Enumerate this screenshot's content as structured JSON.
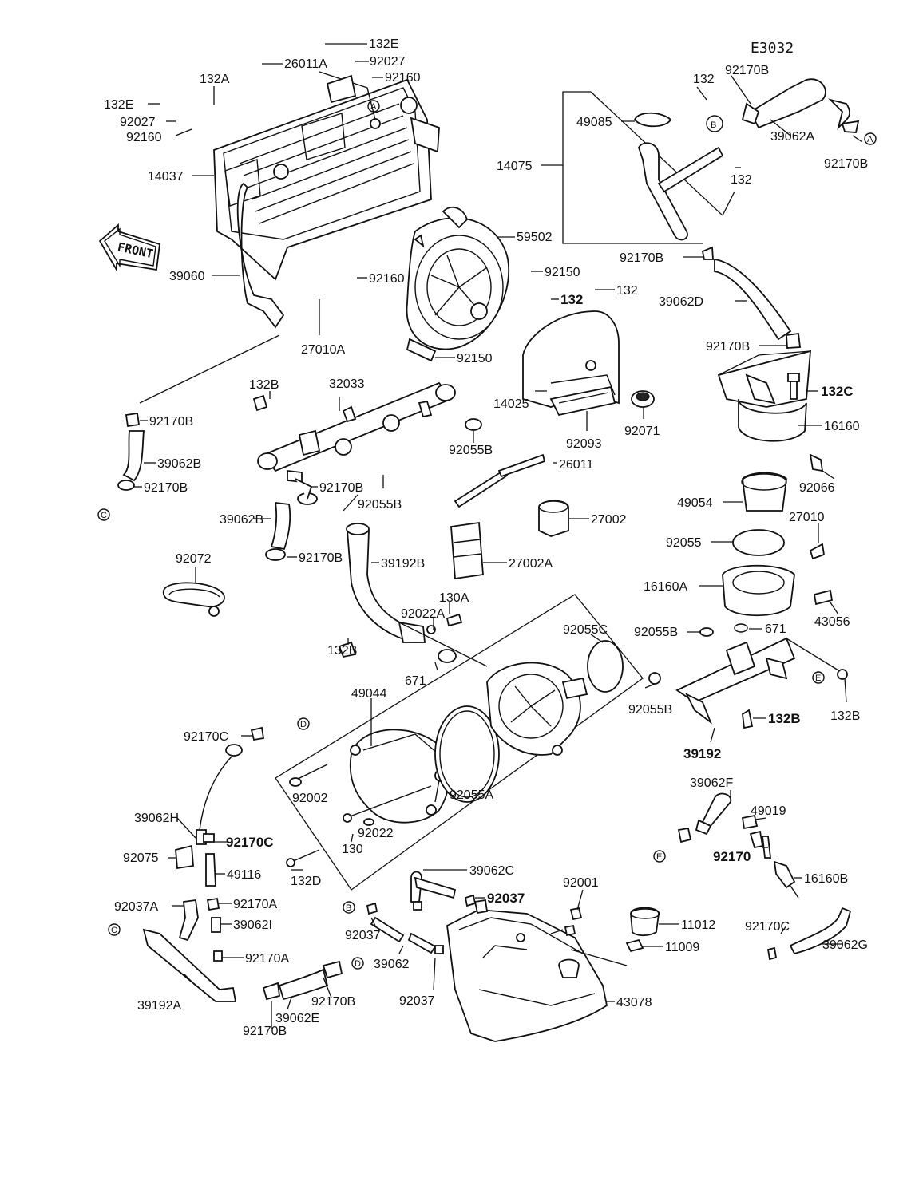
{
  "diagram": {
    "code": "E3032",
    "front_label": "FRONT",
    "refs": [
      "A",
      "B",
      "C",
      "D",
      "E"
    ],
    "labels": {
      "l_132e_top": "132E",
      "l_92027_top": "92027",
      "l_92160_top": "92160",
      "l_26011a": "26011A",
      "l_132a": "132A",
      "l_132e_left": "132E",
      "l_92027_left": "92027",
      "l_92160_left": "92160",
      "l_14037": "14037",
      "l_39060": "39060",
      "l_92160_mid": "92160",
      "l_27010a": "27010A",
      "l_59502": "59502",
      "l_92150_a": "92150",
      "l_92150_b": "92150",
      "l_132_c1": "132",
      "l_132_c2": "132",
      "l_14025": "14025",
      "l_92093": "92093",
      "l_92071": "92071",
      "l_132_r1": "132",
      "l_92170b_r1": "92170B",
      "l_49085": "49085",
      "l_14075": "14075",
      "l_39062a": "39062A",
      "l_92170b_r2": "92170B",
      "l_132_r2": "132",
      "l_92170b_r3": "92170B",
      "l_39062d": "39062D",
      "l_92170b_r4": "92170B",
      "l_132c": "132C",
      "l_16160": "16160",
      "l_92066": "92066",
      "l_49054": "49054",
      "l_27010": "27010",
      "l_92055": "92055",
      "l_16160a": "16160A",
      "l_43056": "43056",
      "l_92055b_r": "92055B",
      "l_671_r": "671",
      "l_92055b_r2": "92055B",
      "l_132b_r1": "132B",
      "l_132b_r2": "132B",
      "l_39192": "39192",
      "l_132b_m": "132B",
      "l_32033": "32033",
      "l_92170b_l1": "92170B",
      "l_39062b_l1": "39062B",
      "l_92170b_l2": "92170B",
      "l_92170b_l3": "92170B",
      "l_92055b_l": "92055B",
      "l_39062b_l2": "39062B",
      "l_92170b_l4": "92170B",
      "l_92055b_c": "92055B",
      "l_26011": "26011",
      "l_27002": "27002",
      "l_27002a": "27002A",
      "l_39192b": "39192B",
      "l_92072": "92072",
      "l_92022a": "92022A",
      "l_130a": "130A",
      "l_132b_l": "132B",
      "l_671_l": "671",
      "l_92055c": "92055C",
      "l_49044": "49044",
      "l_92170c_1": "92170C",
      "l_92002": "92002",
      "l_92055a": "92055A",
      "l_92022": "92022",
      "l_130": "130",
      "l_39062h": "39062H",
      "l_92075": "92075",
      "l_92170c_2": "92170C",
      "l_49116": "49116",
      "l_132d": "132D",
      "l_92037a": "92037A",
      "l_92170a_1": "92170A",
      "l_39062l": "39062I",
      "l_92170a_2": "92170A",
      "l_39192a": "39192A",
      "l_92170b_b1": "92170B",
      "l_39062e": "39062E",
      "l_92170b_b2": "92170B",
      "l_39062c": "39062C",
      "l_92037_1": "92037",
      "l_92001": "92001",
      "l_92037_2": "92037",
      "l_39062": "39062",
      "l_92037_3": "92037",
      "l_11012": "11012",
      "l_11009": "11009",
      "l_43078": "43078",
      "l_39062f": "39062F",
      "l_49019": "49019",
      "l_92170": "92170",
      "l_16160b": "16160B",
      "l_92170c_3": "92170C",
      "l_39062g": "39062G"
    }
  }
}
